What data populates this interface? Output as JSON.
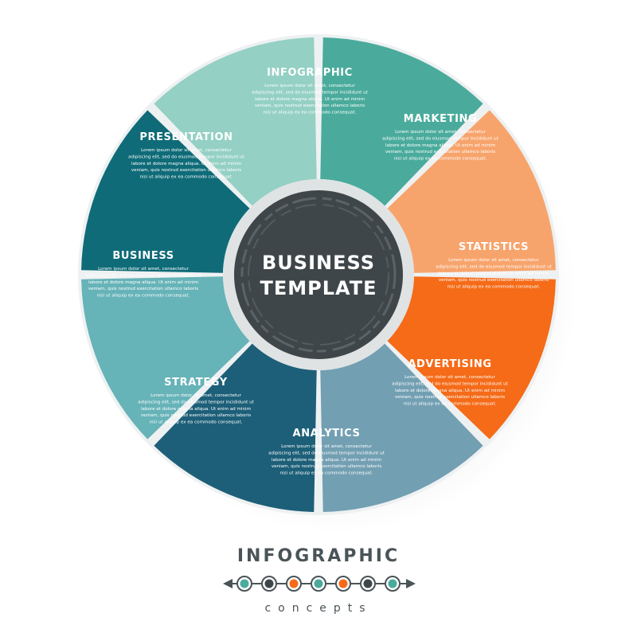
{
  "segments": [
    {
      "id": "infographic",
      "title": "INFOGRAPHIC",
      "color": "#4aab9c",
      "body": [
        "Lorem ipsum dolor sit amet, consectetur",
        "adipiscing elit, sed do eiusmod tempor incididunt ut",
        "labore et dolore magna aliqua. Ut enim ad minim",
        "veniam, quis nostrud exercitation ullamco laboris",
        "nisi ut aliquip ex ea commodo consequat."
      ]
    },
    {
      "id": "marketing",
      "title": "MARKETING",
      "color": "#f7a46c",
      "body": [
        "Lorem ipsum dolor sit amet, consectetur",
        "adipiscing elit, sed do eiusmod tempor incididunt ut",
        "labore et dolore magna aliqua. Ut enim ad minim",
        "veniam, quis nostrud exercitation ullamco laboris",
        "nisi ut aliquip ex ea commodo consequat."
      ]
    },
    {
      "id": "statistics",
      "title": "STATISTICS",
      "color": "#f56b18",
      "body": [
        "Lorem ipsum dolor sit amet, consectetur",
        "adipiscing elit, sed do eiusmod tempor incididunt ut",
        "labore et dolore magna aliqua. Ut enim ad minim",
        "veniam, quis nostrud exercitation ullamco laboris",
        "nisi ut aliquip ex ea commodo consequat."
      ]
    },
    {
      "id": "advertising",
      "title": "ADVERTISING",
      "color": "#729fb2",
      "body": [
        "Lorem ipsum dolor sit amet, consectetur",
        "adipiscing elit, sed do eiusmod tempor incididunt ut",
        "labore et dolore magna aliqua. Ut enim ad minim",
        "veniam, quis nostrud exercitation ullamco laboris",
        "nisi ut aliquip ex ea commodo consequat."
      ]
    },
    {
      "id": "analytics",
      "title": "ANALYTICS",
      "color": "#1d5f78",
      "body": [
        "Lorem ipsum dolor sit amet, consectetur",
        "adipiscing elit, sed do eiusmod tempor incididunt ut",
        "labore et dolore magna aliqua. Ut enim ad minim",
        "veniam, quis nostrud exercitation ullamco laboris",
        "nisi ut aliquip ex ea commodo consequat."
      ]
    },
    {
      "id": "strategy",
      "title": "STRATEGY",
      "color": "#66b3b8",
      "body": [
        "Lorem ipsum dolor sit amet, consectetur",
        "adipiscing elit, sed do eiusmod tempor incididunt ut",
        "labore et dolore magna aliqua. Ut enim ad minim",
        "veniam, quis nostrud exercitation ullamco laboris",
        "nisi ut aliquip ex ea commodo consequat."
      ]
    },
    {
      "id": "business",
      "title": "BUSINESS",
      "color": "#0f6b78",
      "body": [
        "Lorem ipsum dolor sit amet, consectetur",
        "adipiscing elit, sed do eiusmod tempor incididunt ut",
        "labore et dolore magna aliqua. Ut enim ad minim",
        "veniam, quis nostrud exercitation ullamco laboris",
        "nisi ut aliquip ex ea commodo consequat."
      ]
    },
    {
      "id": "presentation",
      "title": "PRESENTATION",
      "color": "#94d0c4",
      "body": [
        "Lorem ipsum dolor sit amet, consectetur",
        "adipiscing elit, sed do eiusmod tempor incididunt ut",
        "labore et dolore magna aliqua. Ut enim ad minim",
        "veniam, quis nostrud exercitation ullamco laboris",
        "nisi ut aliquip ex ea commodo consequat."
      ]
    }
  ],
  "center": {
    "line1": "BUSINESS",
    "line2": "TEMPLATE",
    "color": "#3f4649"
  },
  "footer": {
    "title": "INFOGRAPHIC",
    "subtitle": "concepts",
    "dot_colors": [
      "#4aab9c",
      "#3f4649",
      "#f56b18",
      "#4aab9c",
      "#f56b18",
      "#3f4649",
      "#4aab9c"
    ]
  }
}
